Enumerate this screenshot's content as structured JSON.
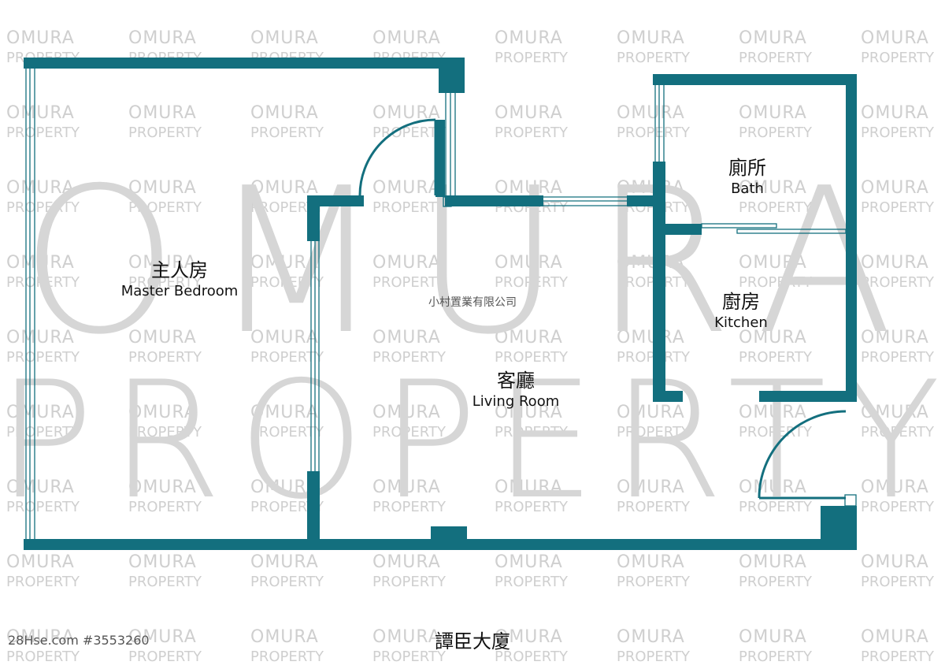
{
  "brand": {
    "name_line1": "OMURA",
    "name_line2": "PROPERTY",
    "company_zh": "小村置業有限公司",
    "color": "#cfcfcf"
  },
  "colors": {
    "wall": "#136f7e",
    "window": "#136f7e",
    "text": "#111111"
  },
  "rooms": {
    "master_bedroom": {
      "zh": "主人房",
      "en": "Master Bedroom"
    },
    "living_room": {
      "zh": "客廳",
      "en": "Living Room"
    },
    "bath": {
      "zh": "廁所",
      "en": "Bath"
    },
    "kitchen": {
      "zh": "廚房",
      "en": "Kitchen"
    }
  },
  "building_name": "譚臣大廈",
  "listing_ref": "28Hse.com #3553260"
}
